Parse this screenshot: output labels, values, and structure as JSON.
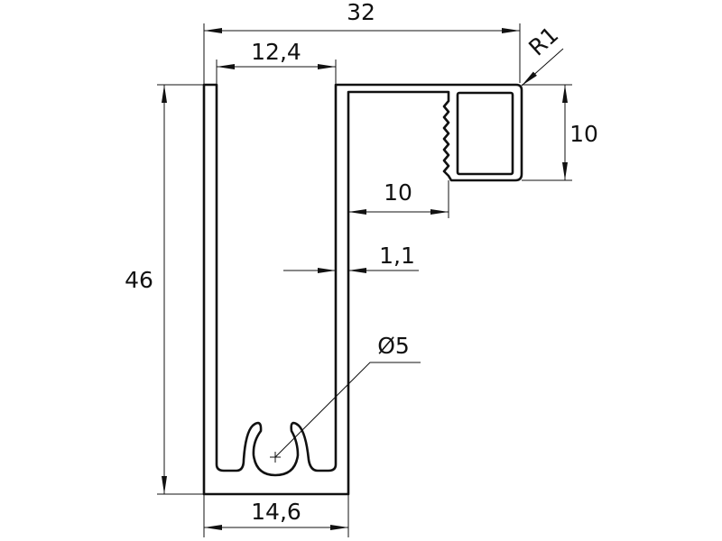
{
  "drawing": {
    "title": "Aluminium profile cross-section",
    "dimensions": {
      "overall_width": "32",
      "channel_inner_width": "12,4",
      "corner_radius": "R1",
      "height": "46",
      "flange_height": "10",
      "flange_depth": "10",
      "wall_thickness": "1,1",
      "hole_diameter": "Ø5",
      "base_width": "14,6"
    },
    "line_color": "#111111"
  }
}
